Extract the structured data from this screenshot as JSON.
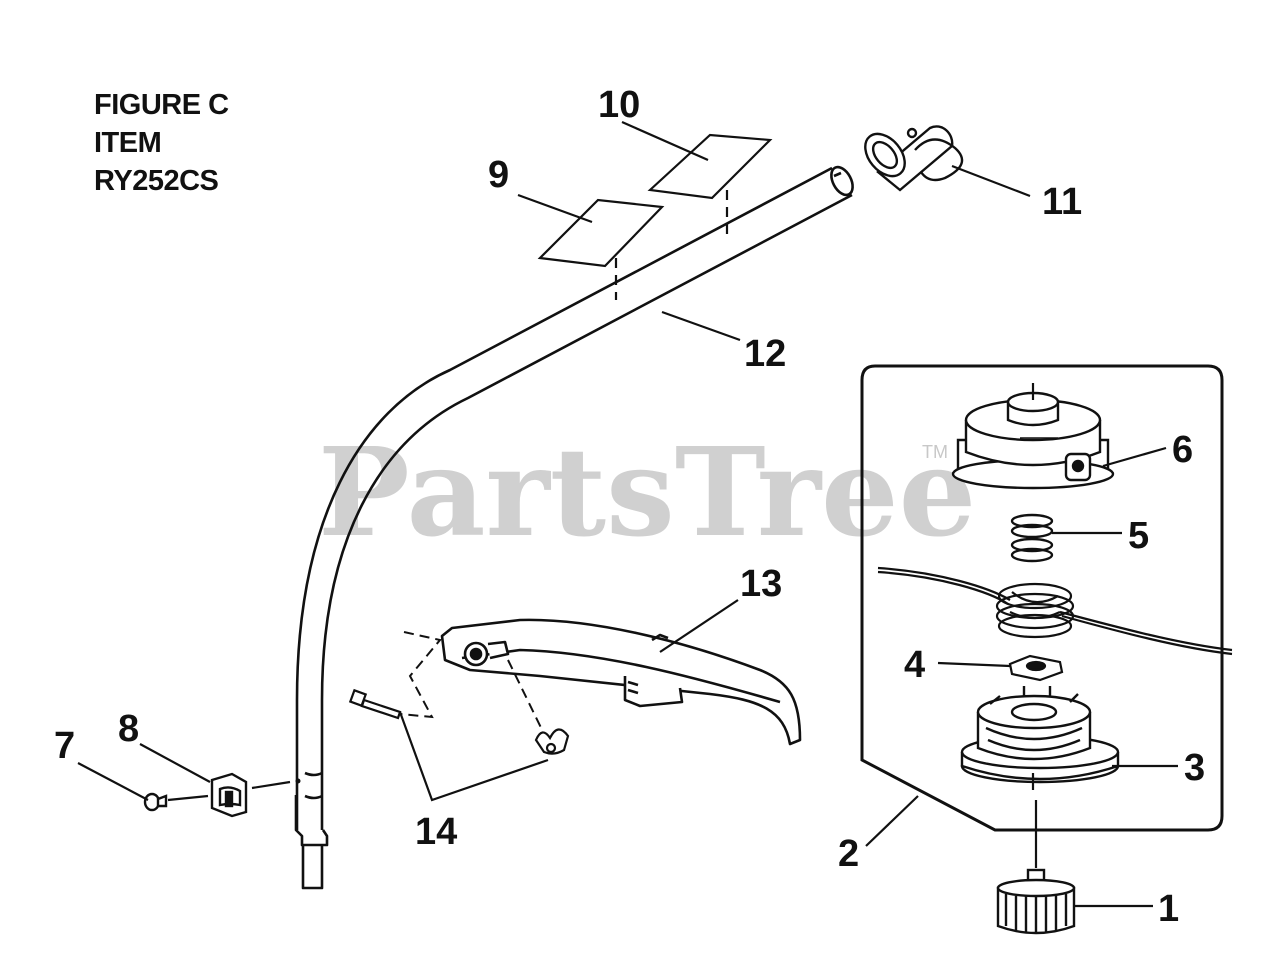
{
  "figure": {
    "line1": "FIGURE C",
    "line2": "ITEM",
    "line3": "RY252CS"
  },
  "watermark": {
    "text": "PartsTree",
    "trademark": "TM"
  },
  "callouts": {
    "c1": "1",
    "c2": "2",
    "c3": "3",
    "c4": "4",
    "c5": "5",
    "c6": "6",
    "c7": "7",
    "c8": "8",
    "c9": "9",
    "c10": "10",
    "c11": "11",
    "c12": "12",
    "c13": "13",
    "c14": "14"
  },
  "parts": [
    {
      "callout": "1",
      "icon": "bump-knob"
    },
    {
      "callout": "2",
      "icon": "trimmer-head-assembly"
    },
    {
      "callout": "3",
      "icon": "spool"
    },
    {
      "callout": "4",
      "icon": "eyelet"
    },
    {
      "callout": "5",
      "icon": "spring"
    },
    {
      "callout": "6",
      "icon": "housing"
    },
    {
      "callout": "7",
      "icon": "screw"
    },
    {
      "callout": "8",
      "icon": "clip"
    },
    {
      "callout": "9",
      "icon": "label"
    },
    {
      "callout": "10",
      "icon": "label"
    },
    {
      "callout": "11",
      "icon": "hanger"
    },
    {
      "callout": "12",
      "icon": "shaft"
    },
    {
      "callout": "13",
      "icon": "guard"
    },
    {
      "callout": "14",
      "icon": "bolt-and-wing-nut"
    }
  ],
  "colors": {
    "line": "#111111",
    "watermark": "#d0d0d0",
    "background": "#ffffff"
  }
}
